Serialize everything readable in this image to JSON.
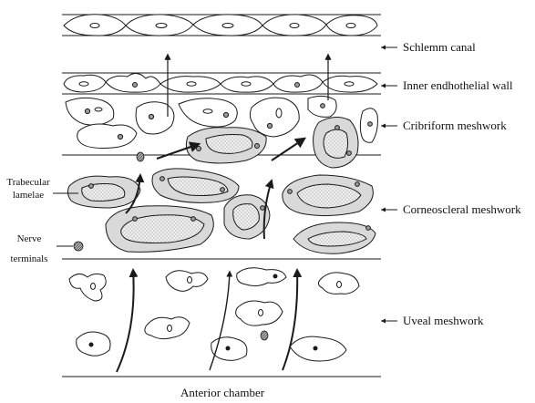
{
  "labels": {
    "schlemm_canal": "Schlemm canal",
    "inner_endothelial_wall": "Inner endhothelial wall",
    "cribriform_meshwork": "Cribriform meshwork",
    "corneoscleral_meshwork": "Corneoscleral meshwork",
    "uveal_meshwork": "Uveal meshwork",
    "trabecular_lamelae": "Trabecular\nlamelae",
    "nerve_terminals_top": "Nerve",
    "nerve_terminals_bottom": "terminals",
    "anterior_chamber": "Anterior chamber"
  },
  "colors": {
    "line": "#1a1a1a",
    "lamella_fill": "#d9d9d9",
    "stipple": "#8a8a8a",
    "nucleus_fill": "#9a9a9a",
    "nerve_fill": "#8c8c8c"
  }
}
